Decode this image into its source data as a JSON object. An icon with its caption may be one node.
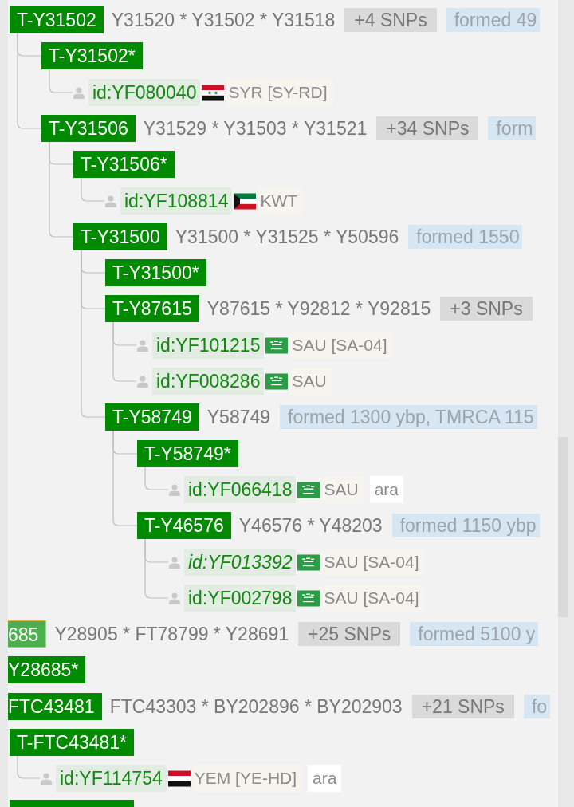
{
  "diagram": {
    "nodes": [
      {
        "text": [
          "T-Y31502"
        ],
        "beside": [
          "Y31520 * Y31502 * Y31518",
          "+4 SNPs",
          "formed 49"
        ]
      },
      {
        "text": [
          "T-Y31502*"
        ]
      },
      {
        "text": [
          "id:YF080040"
        ],
        "beside": [
          "SYR [SY-RD]"
        ]
      },
      {
        "text": [
          "T-Y31506"
        ],
        "beside": [
          "Y31529 * Y31503 * Y31521",
          "+34 SNPs",
          "form"
        ]
      },
      {
        "text": [
          "T-Y31506*"
        ]
      },
      {
        "text": [
          "id:YF108814"
        ],
        "beside": [
          "KWT"
        ]
      },
      {
        "text": [
          "T-Y31500"
        ],
        "beside": [
          "Y31500 * Y31525 * Y50596",
          "formed 1550"
        ]
      },
      {
        "text": [
          "T-Y31500*"
        ]
      },
      {
        "text": [
          "T-Y87615"
        ],
        "beside": [
          "Y87615 * Y92812 * Y92815",
          "+3 SNPs"
        ]
      },
      {
        "text": [
          "id:YF101215"
        ],
        "beside": [
          "SAU [SA-04]"
        ]
      },
      {
        "text": [
          "id:YF008286"
        ],
        "beside": [
          "SAU"
        ]
      },
      {
        "text": [
          "T-Y58749"
        ],
        "beside": [
          "Y58749",
          "formed 1300 ybp, TMRCA 115"
        ]
      },
      {
        "text": [
          "T-Y58749*"
        ]
      },
      {
        "text": [
          "id:YF066418"
        ],
        "beside": [
          "SAU",
          "ara"
        ]
      },
      {
        "text": [
          "T-Y46576"
        ],
        "beside": [
          "Y46576 * Y48203",
          "formed 1150 ybp"
        ]
      },
      {
        "text": [
          "id:YF013392"
        ],
        "beside": [
          "SAU [SA-04]"
        ]
      },
      {
        "text": [
          "id:YF002798"
        ],
        "beside": [
          "SAU [SA-04]"
        ]
      },
      {
        "text": [
          "685"
        ],
        "beside": [
          "Y28905 * FT78799 * Y28691",
          "+25 SNPs",
          "formed 5100 y"
        ]
      },
      {
        "text": [
          "Y28685*"
        ]
      },
      {
        "text": [
          "FTC43481"
        ],
        "beside": [
          "FTC43303 * BY202896 * BY202903",
          "+21 SNPs",
          "fo"
        ]
      },
      {
        "text": [
          "T-FTC43481*"
        ]
      },
      {
        "text": [
          "id:YF114754"
        ],
        "beside": [
          "YEM [YE-HD]",
          "ara"
        ]
      },
      {
        "text": [],
        "shape": "box"
      }
    ],
    "edges": [
      {
        "from": 0,
        "to": 1,
        "arrow": "none"
      },
      {
        "from": 1,
        "to": 2,
        "arrow": "none"
      },
      {
        "from": 0,
        "to": 3,
        "arrow": "none"
      },
      {
        "from": 3,
        "to": 4,
        "arrow": "none"
      },
      {
        "from": 4,
        "to": 5,
        "arrow": "none"
      },
      {
        "from": 3,
        "to": 6,
        "arrow": "none"
      },
      {
        "from": 6,
        "to": 7,
        "arrow": "none"
      },
      {
        "from": 6,
        "to": 8,
        "arrow": "none"
      },
      {
        "from": 8,
        "to": 9,
        "arrow": "none"
      },
      {
        "from": 8,
        "to": 10,
        "arrow": "none"
      },
      {
        "from": 6,
        "to": 11,
        "arrow": "none"
      },
      {
        "from": 11,
        "to": 12,
        "arrow": "none"
      },
      {
        "from": 12,
        "to": 13,
        "arrow": "none"
      },
      {
        "from": 11,
        "to": 14,
        "arrow": "none"
      },
      {
        "from": 14,
        "to": 15,
        "arrow": "none"
      },
      {
        "from": 14,
        "to": 16,
        "arrow": "none"
      },
      {
        "from": 20,
        "to": 21,
        "arrow": "none"
      }
    ]
  }
}
